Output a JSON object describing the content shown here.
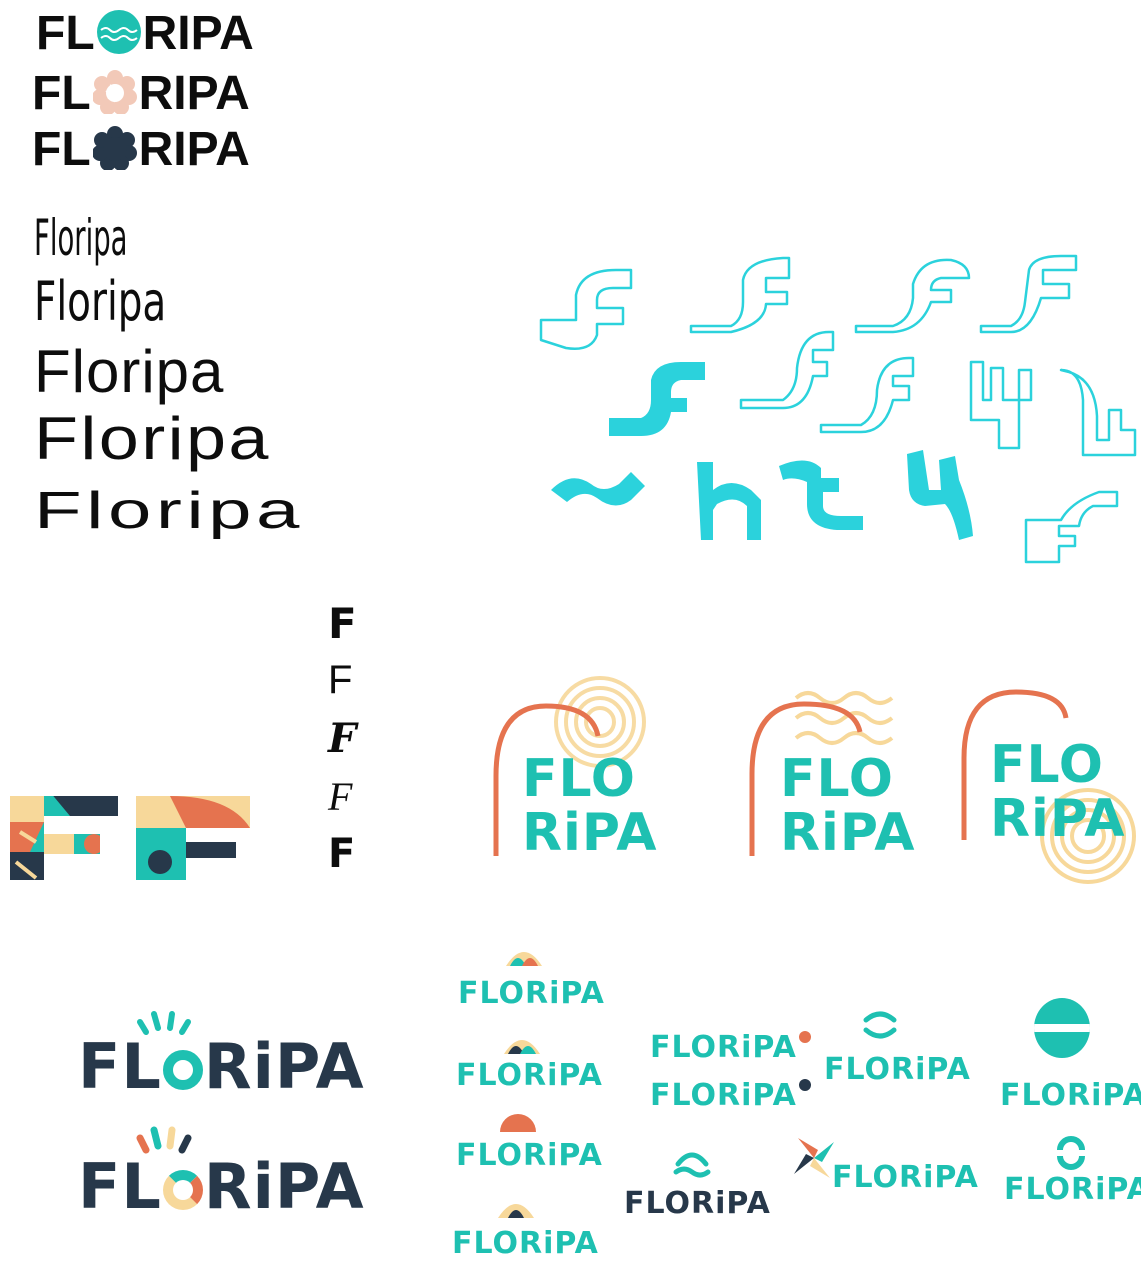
{
  "brand": {
    "name": "FLORIPA"
  },
  "wordmarks_top": {
    "row1": {
      "left": "FL",
      "right": "RIPA"
    },
    "row2": {
      "left": "FL",
      "right": "RIPA"
    },
    "row3": {
      "left": "FL",
      "right": "RIPA"
    }
  },
  "type_studies": [
    "Floripa",
    "Floripa",
    "Floripa",
    "Floripa",
    "Floripa"
  ],
  "letter_f_variants": [
    "F",
    "F",
    "F",
    "F",
    "F"
  ],
  "arch_logos": [
    {
      "line1": "FLO",
      "line2": "RiPA"
    },
    {
      "line1": "FLO",
      "line2": "RiPA"
    },
    {
      "line1": "FLO",
      "line2": "RiPA"
    }
  ],
  "big_logos": [
    {
      "left": "FL",
      "right": "RiPA"
    },
    {
      "left": "FL",
      "right": "RiPA"
    }
  ],
  "small_logos": {
    "col1": [
      "FLORiPA",
      "FLORiPA",
      "FLORiPA",
      "FLORiPA"
    ],
    "col2": [
      "FLORiPA",
      "FLORiPA",
      "FLORiPA"
    ],
    "col3": [
      "FLORiPA",
      "FLORiPA"
    ],
    "col4": [
      "FLORiPA",
      "FLORiPA"
    ]
  },
  "colors": {
    "teal": "#1ec0b1",
    "cyan_outline": "#2bd2dc",
    "navy": "#27384a",
    "coral": "#e5734f",
    "sand": "#f7d89a",
    "peach": "#f2c9b8"
  }
}
